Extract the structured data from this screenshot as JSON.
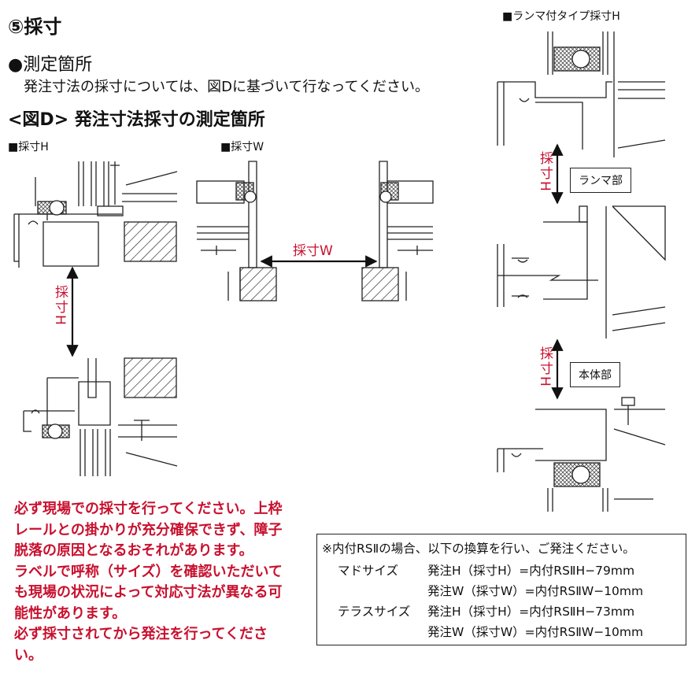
{
  "header": {
    "title": "⑤採寸",
    "subtitle": "●測定箇所",
    "intro": "発注寸法の採寸については、図Dに基づいて行なってください。",
    "figure_title": "<図D> 発注寸法採寸の測定箇所"
  },
  "sections": {
    "h": "■採寸H",
    "w": "■採寸W",
    "ranma": "■ランマ付タイプ採寸H"
  },
  "dims": {
    "h_left": "採寸H",
    "w": "採寸W",
    "h_ranma_top": "採寸H",
    "h_ranma_bottom": "採寸H"
  },
  "boxes": {
    "ranma_part": "ランマ部",
    "body_part": "本体部"
  },
  "warning": [
    "必ず現場での採寸を行ってください。上枠レールとの掛かりが充分確保できず、障子脱落の原因となるおそれがあります。",
    "ラベルで呼称（サイズ）を確認いただいても現場の状況によって対応寸法が異なる可能性があります。",
    "必ず採寸されてから発注を行ってください。"
  ],
  "note": {
    "header": "※内付RSⅡの場合、以下の換算を行い、ご発注ください。",
    "madosize_label": "マドサイズ",
    "madosize_h": "発注H（採寸H）=内付RSⅡH−79mm",
    "madosize_w": "発注W（採寸W）=内付RSⅡW−10mm",
    "terrace_label": "テラスサイズ",
    "terrace_h": "発注H（採寸H）=内付RSⅡH−73mm",
    "terrace_w": "発注W（採寸W）=内付RSⅡW−10mm"
  },
  "colors": {
    "accent": "#c8102e",
    "line": "#222222"
  }
}
